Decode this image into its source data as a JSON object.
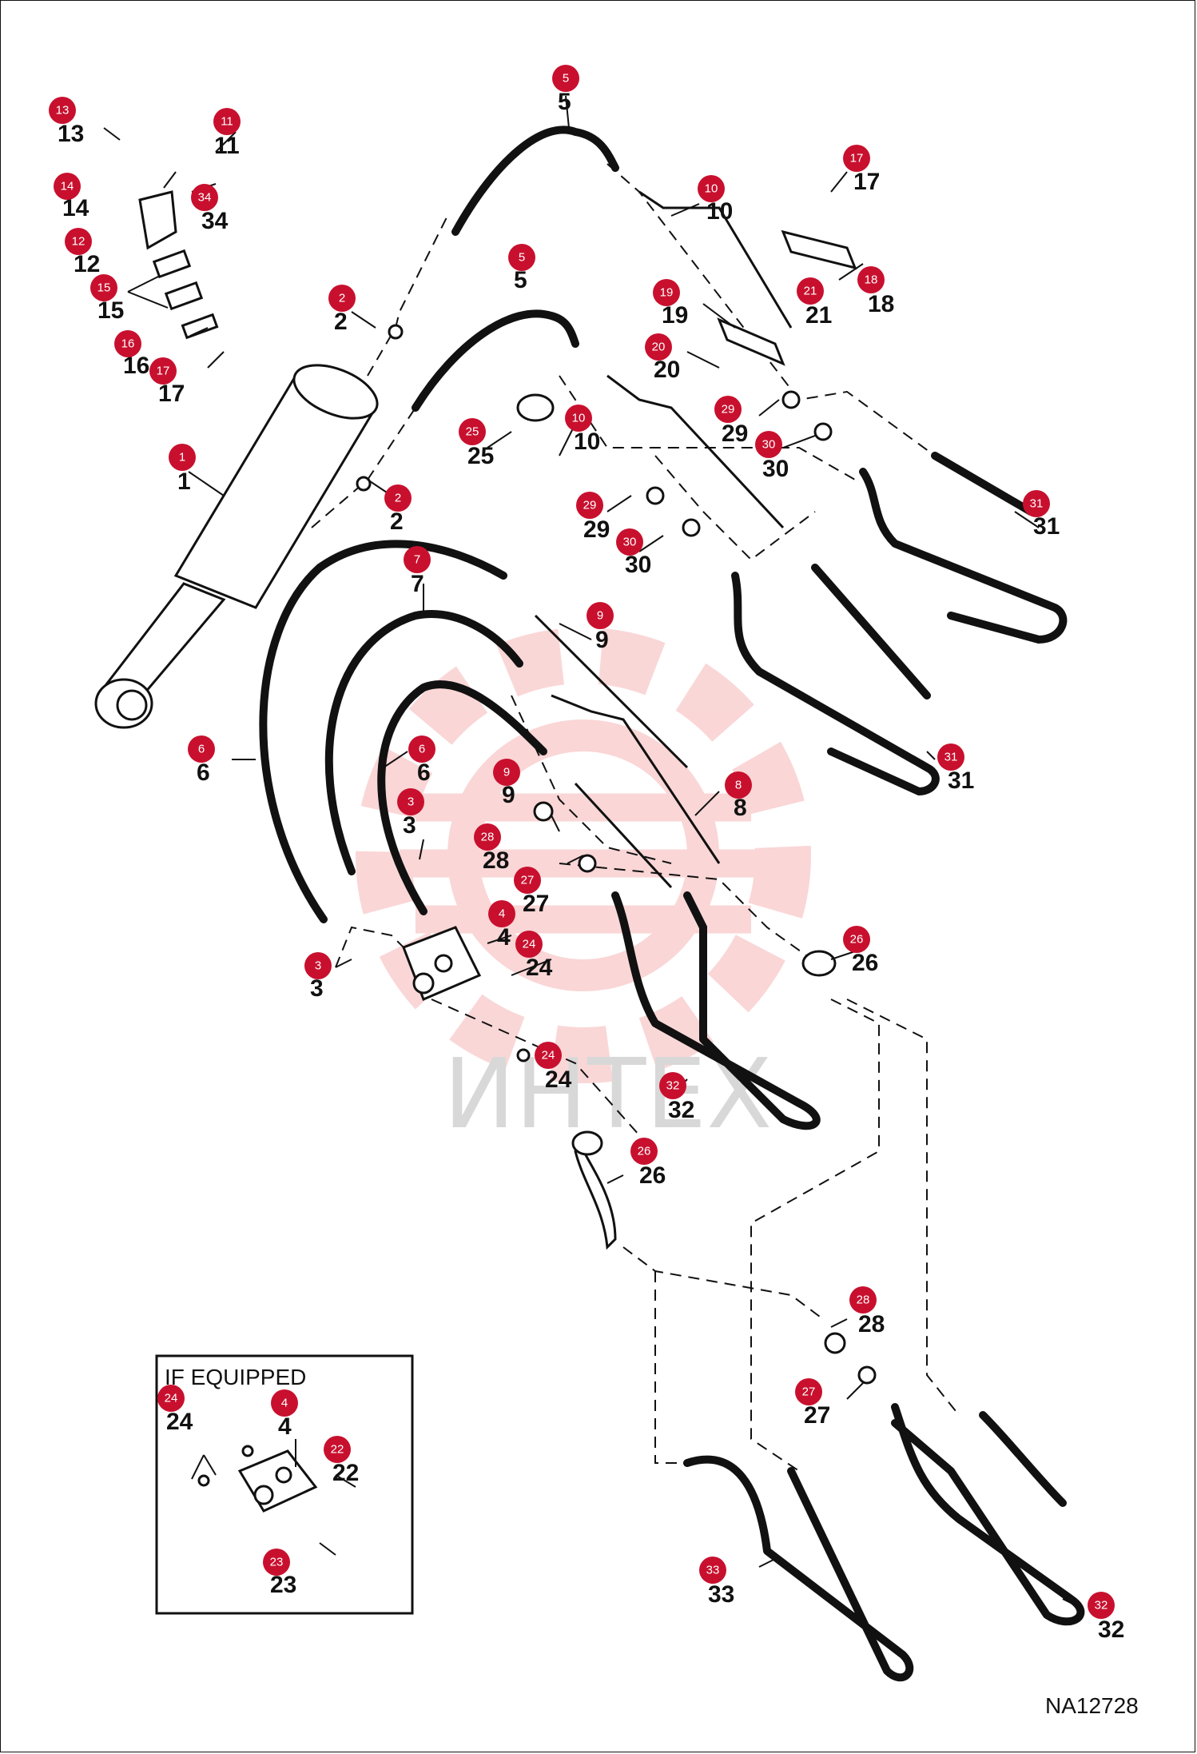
{
  "reference_code": "NA12728",
  "inset": {
    "label": "IF EQUIPPED"
  },
  "watermark": {
    "text": "ИНТЕХ",
    "icon": "gear-watermark-icon",
    "color": "#f6c6c6"
  },
  "colors": {
    "callout_badge": "#c8102e",
    "line": "#111111"
  },
  "callouts": [
    {
      "id": "5",
      "label": "5"
    },
    {
      "id": "13",
      "label": "13"
    },
    {
      "id": "11",
      "label": "11"
    },
    {
      "id": "14",
      "label": "14"
    },
    {
      "id": "34",
      "label": "34"
    },
    {
      "id": "12",
      "label": "12"
    },
    {
      "id": "15",
      "label": "15"
    },
    {
      "id": "16",
      "label": "16"
    },
    {
      "id": "17",
      "label": "17"
    },
    {
      "id": "2",
      "label": "2"
    },
    {
      "id": "10",
      "label": "10"
    },
    {
      "id": "17b",
      "label": "17"
    },
    {
      "id": "18",
      "label": "18"
    },
    {
      "id": "21",
      "label": "21"
    },
    {
      "id": "19",
      "label": "19"
    },
    {
      "id": "20",
      "label": "20"
    },
    {
      "id": "5b",
      "label": "5"
    },
    {
      "id": "29",
      "label": "29"
    },
    {
      "id": "30",
      "label": "30"
    },
    {
      "id": "25",
      "label": "25"
    },
    {
      "id": "10b",
      "label": "10"
    },
    {
      "id": "1",
      "label": "1"
    },
    {
      "id": "2b",
      "label": "2"
    },
    {
      "id": "31",
      "label": "31"
    },
    {
      "id": "29b",
      "label": "29"
    },
    {
      "id": "30b",
      "label": "30"
    },
    {
      "id": "7",
      "label": "7"
    },
    {
      "id": "9",
      "label": "9"
    },
    {
      "id": "31b",
      "label": "31"
    },
    {
      "id": "6",
      "label": "6"
    },
    {
      "id": "6b",
      "label": "6"
    },
    {
      "id": "3",
      "label": "3"
    },
    {
      "id": "9b",
      "label": "9"
    },
    {
      "id": "8",
      "label": "8"
    },
    {
      "id": "28",
      "label": "28"
    },
    {
      "id": "27",
      "label": "27"
    },
    {
      "id": "4",
      "label": "4"
    },
    {
      "id": "24",
      "label": "24"
    },
    {
      "id": "26",
      "label": "26"
    },
    {
      "id": "3b",
      "label": "3"
    },
    {
      "id": "24b",
      "label": "24"
    },
    {
      "id": "32",
      "label": "32"
    },
    {
      "id": "26b",
      "label": "26"
    },
    {
      "id": "28b",
      "label": "28"
    },
    {
      "id": "27b",
      "label": "27"
    },
    {
      "id": "24c",
      "label": "24"
    },
    {
      "id": "4b",
      "label": "4"
    },
    {
      "id": "22",
      "label": "22"
    },
    {
      "id": "23",
      "label": "23"
    },
    {
      "id": "33",
      "label": "33"
    },
    {
      "id": "32b",
      "label": "32"
    }
  ]
}
